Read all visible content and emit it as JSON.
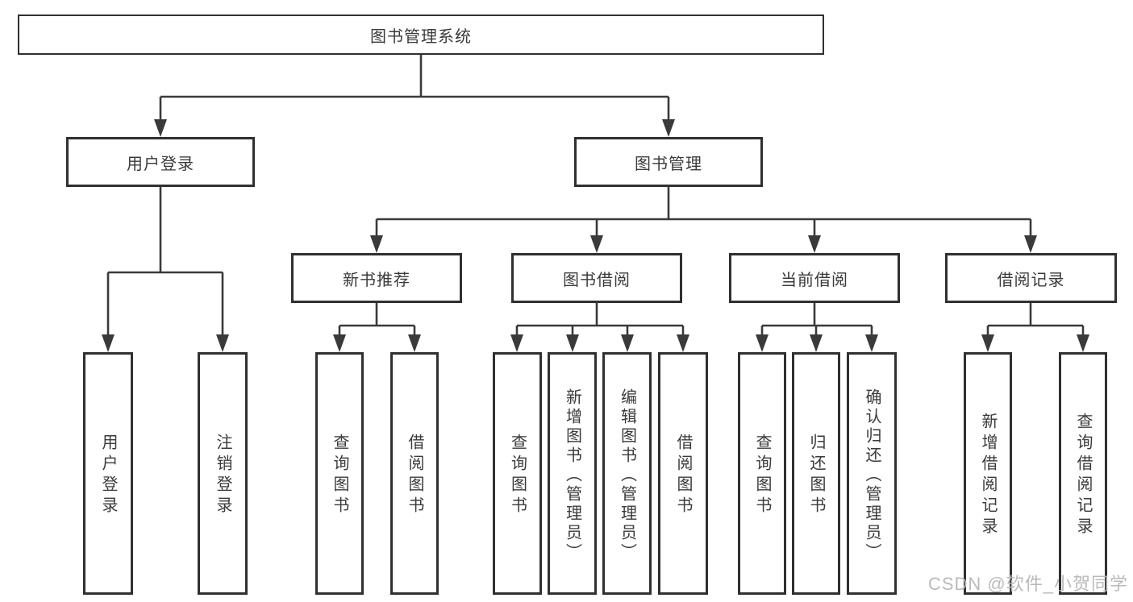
{
  "diagram": {
    "root": {
      "label": "图书管理系统"
    },
    "branches": [
      {
        "label": "用户登录",
        "children": [
          {
            "label": "用户登录"
          },
          {
            "label": "注销登录"
          }
        ]
      },
      {
        "label": "图书管理",
        "children": [
          {
            "label": "新书推荐",
            "children": [
              {
                "label": "查询图书"
              },
              {
                "label": "借阅图书"
              }
            ]
          },
          {
            "label": "图书借阅",
            "children": [
              {
                "label": "查询图书"
              },
              {
                "label": "新增图书（管理员）"
              },
              {
                "label": "编辑图书（管理员）"
              },
              {
                "label": "借阅图书"
              }
            ]
          },
          {
            "label": "当前借阅",
            "children": [
              {
                "label": "查询图书"
              },
              {
                "label": "归还图书"
              },
              {
                "label": "确认归还（管理员）"
              }
            ]
          },
          {
            "label": "借阅记录",
            "children": [
              {
                "label": "新增借阅记录"
              },
              {
                "label": "查询借阅记录"
              }
            ]
          }
        ]
      }
    ]
  },
  "watermark": "CSDN @软件_小贺同学",
  "colors": {
    "line": "#3a3a3a",
    "border": "#303030",
    "text": "#3a3a3a",
    "background": "#ffffff",
    "watermark": "#b6b6b6"
  }
}
